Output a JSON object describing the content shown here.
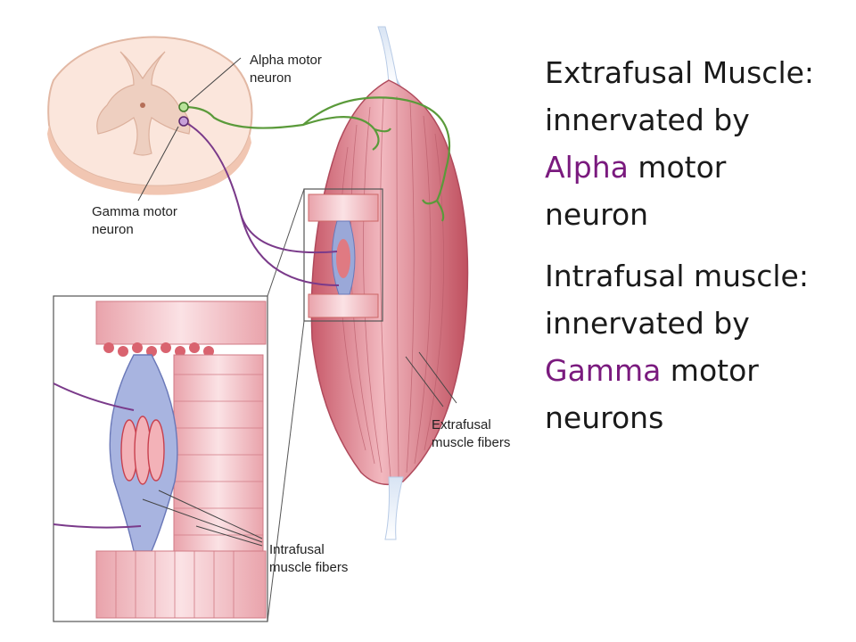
{
  "labels": {
    "alpha_motor_neuron": "Alpha motor\nneuron",
    "gamma_motor_neuron": "Gamma motor\nneuron",
    "extrafusal_fibers": "Extrafusal\nmuscle fibers",
    "intrafusal_fibers": "Intrafusal\nmuscle fibers"
  },
  "text": {
    "extrafusal_title": "Extrafusal Muscle:",
    "extrafusal_line2": "innervated by",
    "extrafusal_accent": "Alpha",
    "extrafusal_line3_rest": " motor",
    "extrafusal_line4": "neuron",
    "intrafusal_title": "Intrafusal muscle:",
    "intrafusal_line2": "innervated by",
    "intrafusal_accent": "Gamma",
    "intrafusal_line3_rest": " motor",
    "intrafusal_line4": "neurons"
  },
  "colors": {
    "accent_purple": "#7a1a7e",
    "alpha_nerve_green": "#5a9a3a",
    "gamma_nerve_purple": "#7a3a8a",
    "muscle_pink": "#e8909a",
    "spindle_blue": "#9aa8d8"
  }
}
